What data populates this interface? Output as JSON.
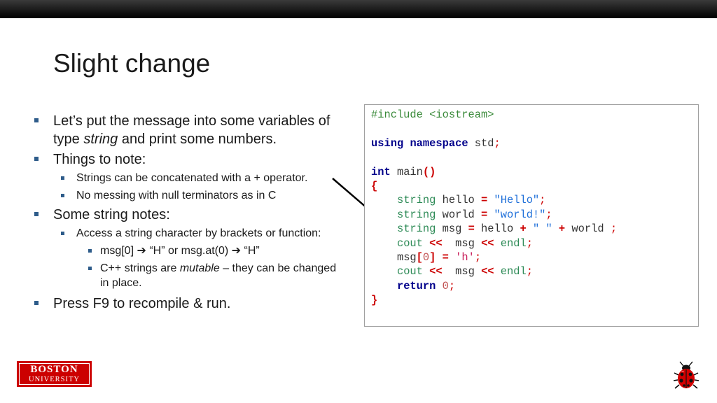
{
  "slide": {
    "title": "Slight change",
    "bullets": {
      "b1_pre": "Let’s put the message into some variables of type ",
      "b1_em": "string",
      "b1_post": " and print some numbers.",
      "b2": "Things to note:",
      "b2_sub1": "Strings can be concatenated with a + operator.",
      "b2_sub2": "No messing with null terminators as in C",
      "b3": "Some string notes:",
      "b3_sub1": "Access a string character by brackets or function:",
      "b3_sub1_a_1": "msg[0] ",
      "b3_sub1_a_2": " “H”  or msg.at(0) ",
      "b3_sub1_a_3": " “H”",
      "b3_sub1_b_pre": "C++ strings are ",
      "b3_sub1_b_em": "mutable",
      "b3_sub1_b_post": " – they can be changed in place.",
      "b4": "Press F9 to recompile & run."
    },
    "arrow_glyph": "➔"
  },
  "code": {
    "l1": "#include <iostream>",
    "l3_kw1": "using",
    "l3_kw2": "namespace",
    "l3_id": " std",
    "l3_semi": ";",
    "l5_kw": "int",
    "l5_id": " main",
    "l5_parens": "()",
    "l6": "{",
    "t_string": "string",
    "v_hello": " hello ",
    "v_world": " world ",
    "v_msg": " msg ",
    "eq": "=",
    "s_hello": " \"Hello\"",
    "s_world": " \"world!\"",
    "semi": ";",
    "v_hello2": " hello ",
    "plus": "+",
    "s_space": " \" \" ",
    "v_world2": " world ",
    "cout": "cout",
    "shl": "<<",
    "v_msg2": "  msg ",
    "endl": " endl",
    "msg_index_id": "msg",
    "lb": "[",
    "idx0": "0",
    "rb": "]",
    "ch_h": " 'h'",
    "ret": "return",
    "zero": " 0",
    "close": "}"
  },
  "footer": {
    "logo_line1": "BOSTON",
    "logo_line2": "UNIVERSITY",
    "brand_color": "#cc0000",
    "mascot": "ladybug-icon"
  }
}
